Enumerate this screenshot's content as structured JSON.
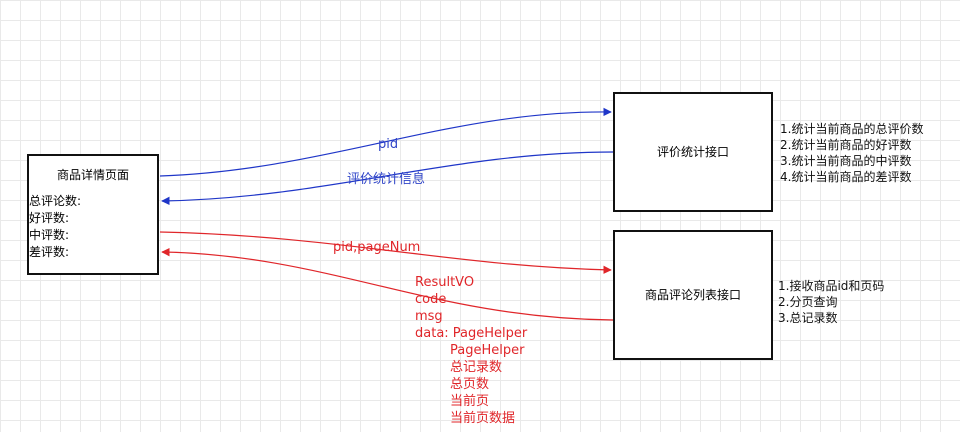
{
  "nodes": {
    "detail_page": {
      "title": "商品详情页面",
      "lines": [
        "总评论数:",
        "好评数:",
        "中评数:",
        "差评数:"
      ]
    },
    "stats_api": {
      "title": "评价统计接口"
    },
    "list_api": {
      "title": "商品评论列表接口"
    }
  },
  "notes": {
    "stats": [
      "1.统计当前商品的总评价数",
      "2.统计当前商品的好评数",
      "3.统计当前商品的中评数",
      "4.统计当前商品的差评数"
    ],
    "list": [
      "1.接收商品id和页码",
      "2.分页查询",
      "3.总记录数"
    ]
  },
  "edges": {
    "pid": "pid",
    "stats_info": "评价统计信息",
    "pid_pagenum": "pid,pageNum",
    "result": {
      "lines": [
        "ResultVO",
        "code",
        "msg",
        "data: PageHelper"
      ],
      "sub_lines": [
        "PageHelper",
        "总记录数",
        "总页数",
        "当前页",
        "当前页数据"
      ]
    }
  },
  "colors": {
    "blue_edge": "#3146c8",
    "red_edge": "#e0262a",
    "grid": "#e9e9e9"
  }
}
